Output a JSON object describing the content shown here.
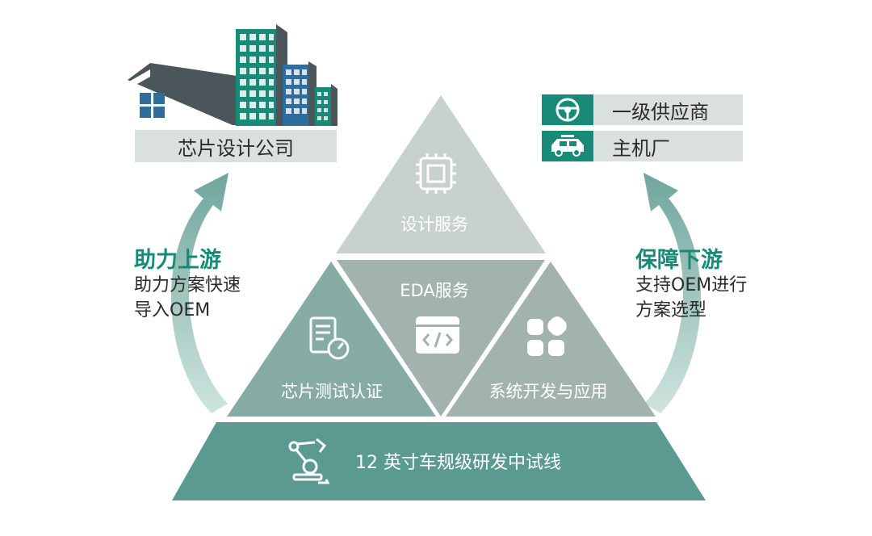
{
  "left": {
    "company_label": "芯片设计公司",
    "title": "助力上游",
    "desc_line1": "助力方案快速",
    "desc_line2": "导入OEM"
  },
  "right": {
    "item1": "一级供应商",
    "item2": "主机厂",
    "title": "保障下游",
    "desc_line1": "支持OEM进行",
    "desc_line2": "方案选型"
  },
  "pyramid": {
    "top": "设计服务",
    "center": "EDA服务",
    "left": "芯片测试认证",
    "right": "系统开发与应用",
    "base": "12 英寸车规级研发中试线"
  },
  "colors": {
    "teal_dark": "#5b9a90",
    "teal_mid": "#86aaa4",
    "gray_mid": "#a2b2ae",
    "gray_light": "#c7d1ce",
    "accent": "#178b78",
    "bar_bg": "#d9e0dd"
  },
  "icons": [
    "building-icon",
    "steering-wheel-icon",
    "car-icon",
    "chip-icon",
    "code-window-icon",
    "report-gauge-icon",
    "app-grid-icon",
    "robot-arm-icon"
  ]
}
